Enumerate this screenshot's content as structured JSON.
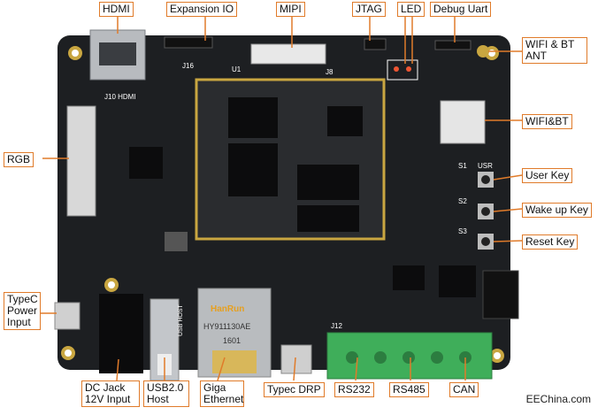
{
  "labels": {
    "hdmi": "HDMI",
    "expansion_io": "Expansion IO",
    "mipi": "MIPI",
    "jtag": "JTAG",
    "led": "LED",
    "debug_uart": "Debug Uart",
    "wifi_bt_ant": "WIFI & BT ANT",
    "wifi_bt": "WIFI&BT",
    "rgb": "RGB",
    "user_key": "User Key",
    "wakeup_key": "Wake up Key",
    "reset_key": "Reset Key",
    "typec_power": "TypeC Power Input",
    "dc_jack": "DC Jack 12V Input",
    "usb_host": "USB2.0 Host",
    "giga_eth": "Giga Ethernet",
    "typec_drp": "Typec DRP",
    "rs232": "RS232",
    "rs485": "RS485",
    "can": "CAN"
  },
  "board": {
    "hdmi_silk": "J10 HDMI",
    "j16": "J16",
    "u1": "U1",
    "j8": "J8",
    "usb_silk": "USB HOST",
    "eth_brand": "HanRun",
    "eth_part": "HY911130AE",
    "eth_code": "1601",
    "j12": "J12",
    "sw1": "S1",
    "sw2": "S2",
    "sw3": "S3",
    "usr": "USR"
  },
  "watermark": "EEChina.com",
  "colors": {
    "board": "#1d1f22",
    "callout": "#e07b2a",
    "terminal": "#3fae5a",
    "gold": "#c9a640"
  }
}
